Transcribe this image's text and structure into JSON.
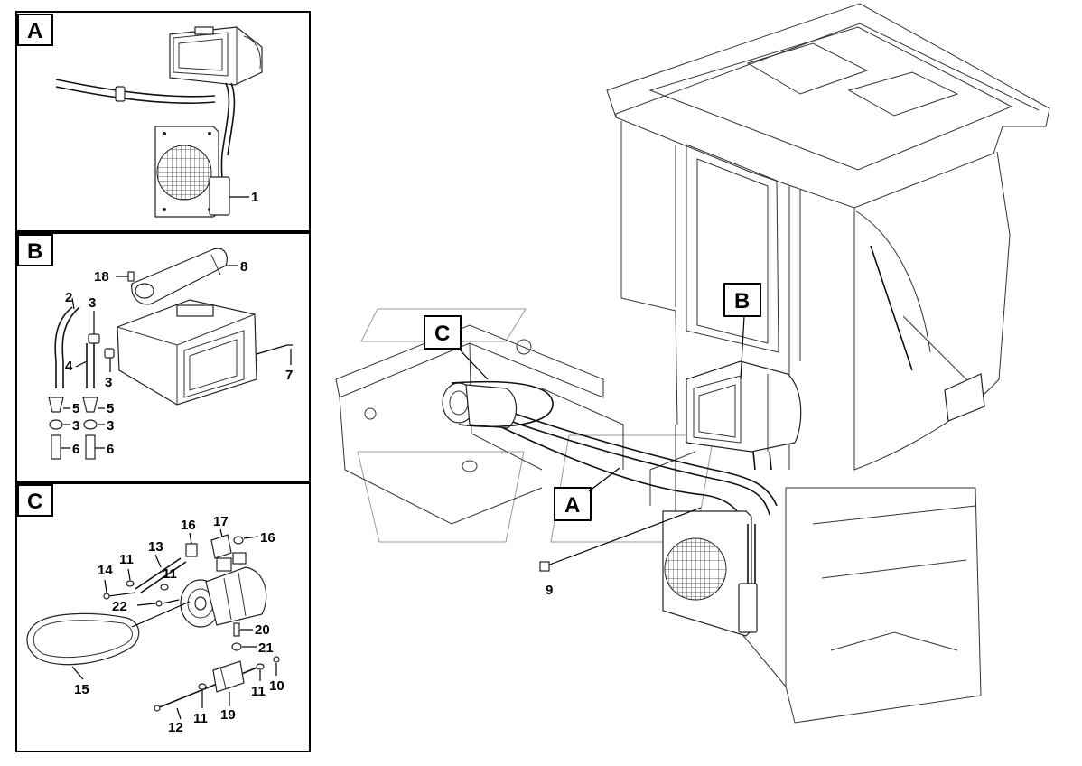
{
  "panels": [
    {
      "id": "A",
      "label": "A"
    },
    {
      "id": "B",
      "label": "B"
    },
    {
      "id": "C",
      "label": "C"
    }
  ],
  "callouts_main": {
    "A": "A",
    "B": "B",
    "C": "C"
  },
  "part_numbers": {
    "a_1": "1",
    "b_18": "18",
    "b_8": "8",
    "b_2": "2",
    "b_3a": "3",
    "b_4": "4",
    "b_3b": "3",
    "b_7": "7",
    "b_5a": "5",
    "b_5b": "5",
    "b_3c": "3",
    "b_3d": "3",
    "b_6a": "6",
    "b_6b": "6",
    "c_16a": "16",
    "c_17": "17",
    "c_16b": "16",
    "c_13": "13",
    "c_11a": "11",
    "c_14": "14",
    "c_11b": "11",
    "c_22": "22",
    "c_20": "20",
    "c_21": "21",
    "c_15": "15",
    "c_10": "10",
    "c_11c": "11",
    "c_19": "19",
    "c_12": "12",
    "c_11d": "11",
    "m_9": "9"
  },
  "colors": {
    "line": "#000000",
    "background": "#ffffff"
  }
}
